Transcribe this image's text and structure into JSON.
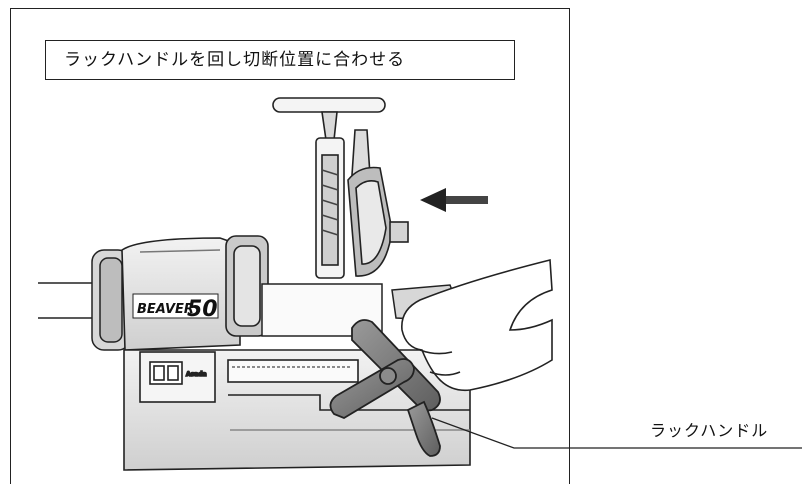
{
  "caption": {
    "instruction": "ラックハンドルを回し切断位置に合わせる"
  },
  "machine": {
    "brand": "BEAVER",
    "model": "50",
    "maker": "Asada"
  },
  "callout": {
    "label": "ラックハンドル"
  }
}
